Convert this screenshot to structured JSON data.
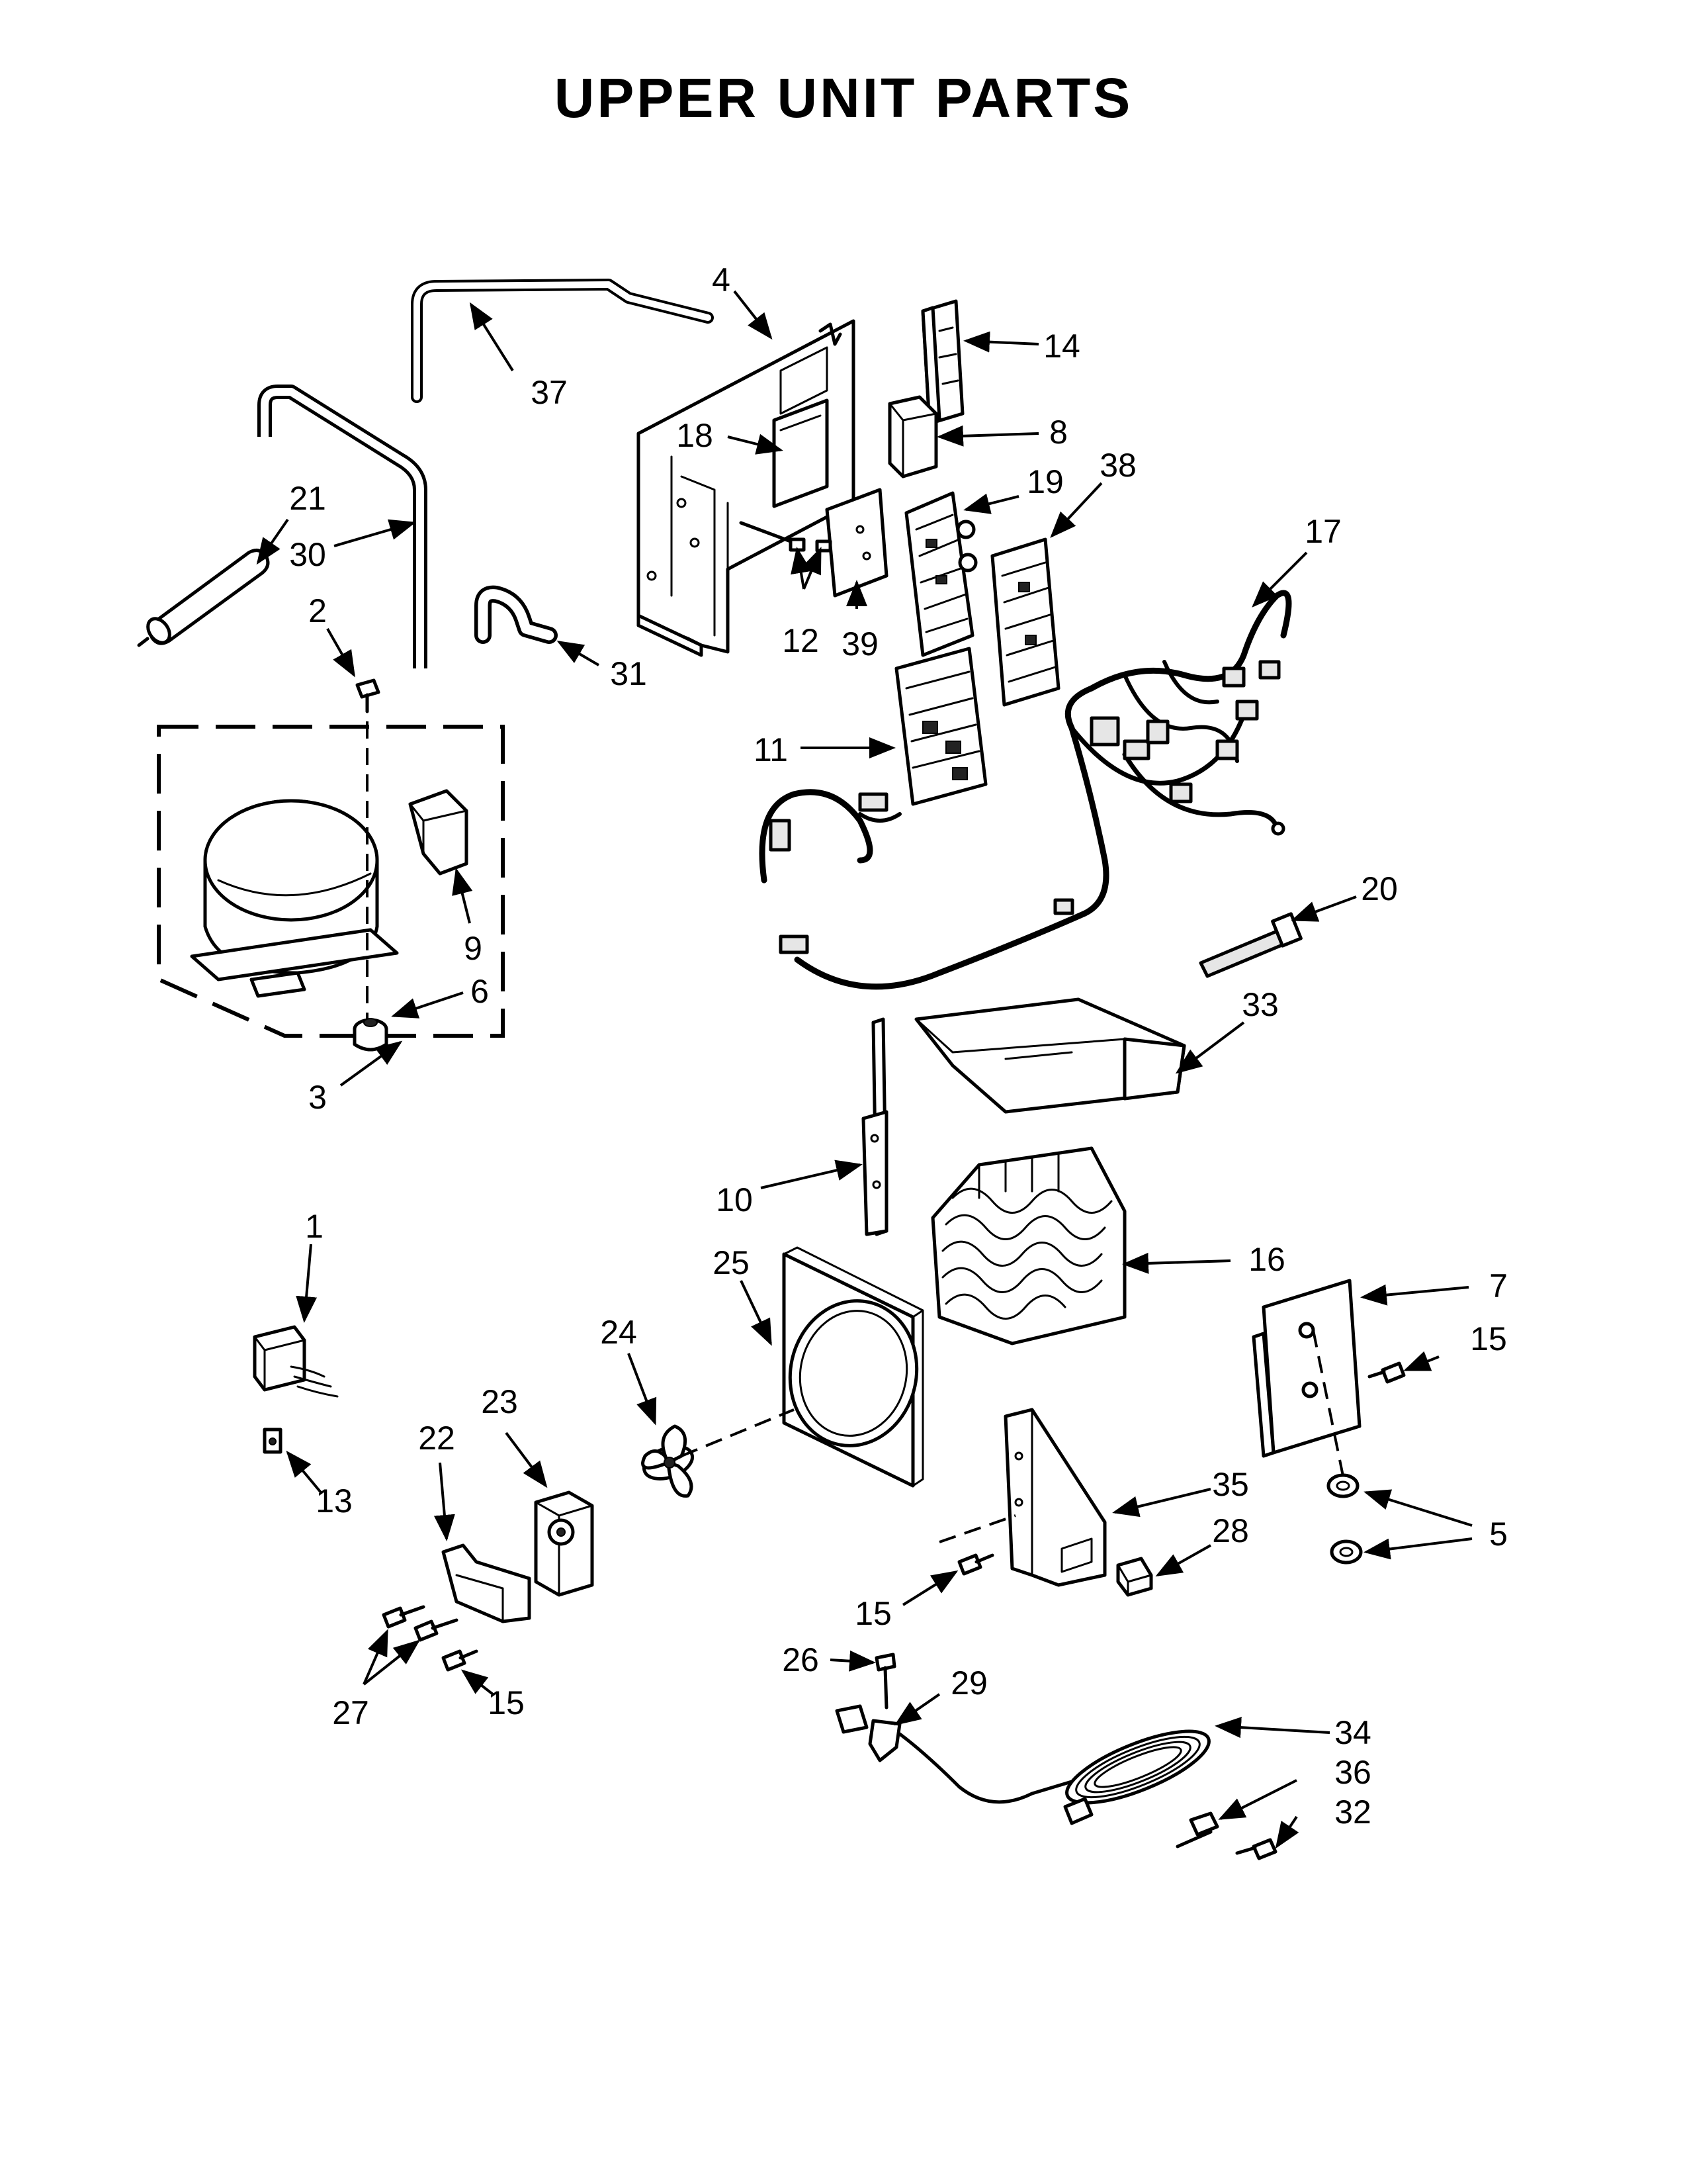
{
  "title": "UPPER UNIT PARTS",
  "callouts": [
    "1",
    "2",
    "3",
    "4",
    "5",
    "6",
    "7",
    "8",
    "9",
    "10",
    "11",
    "12",
    "13",
    "14",
    "15",
    "16",
    "17",
    "18",
    "19",
    "20",
    "21",
    "22",
    "23",
    "24",
    "25",
    "26",
    "27",
    "28",
    "29",
    "30",
    "31",
    "32",
    "33",
    "34",
    "35",
    "36",
    "37",
    "38",
    "39"
  ]
}
